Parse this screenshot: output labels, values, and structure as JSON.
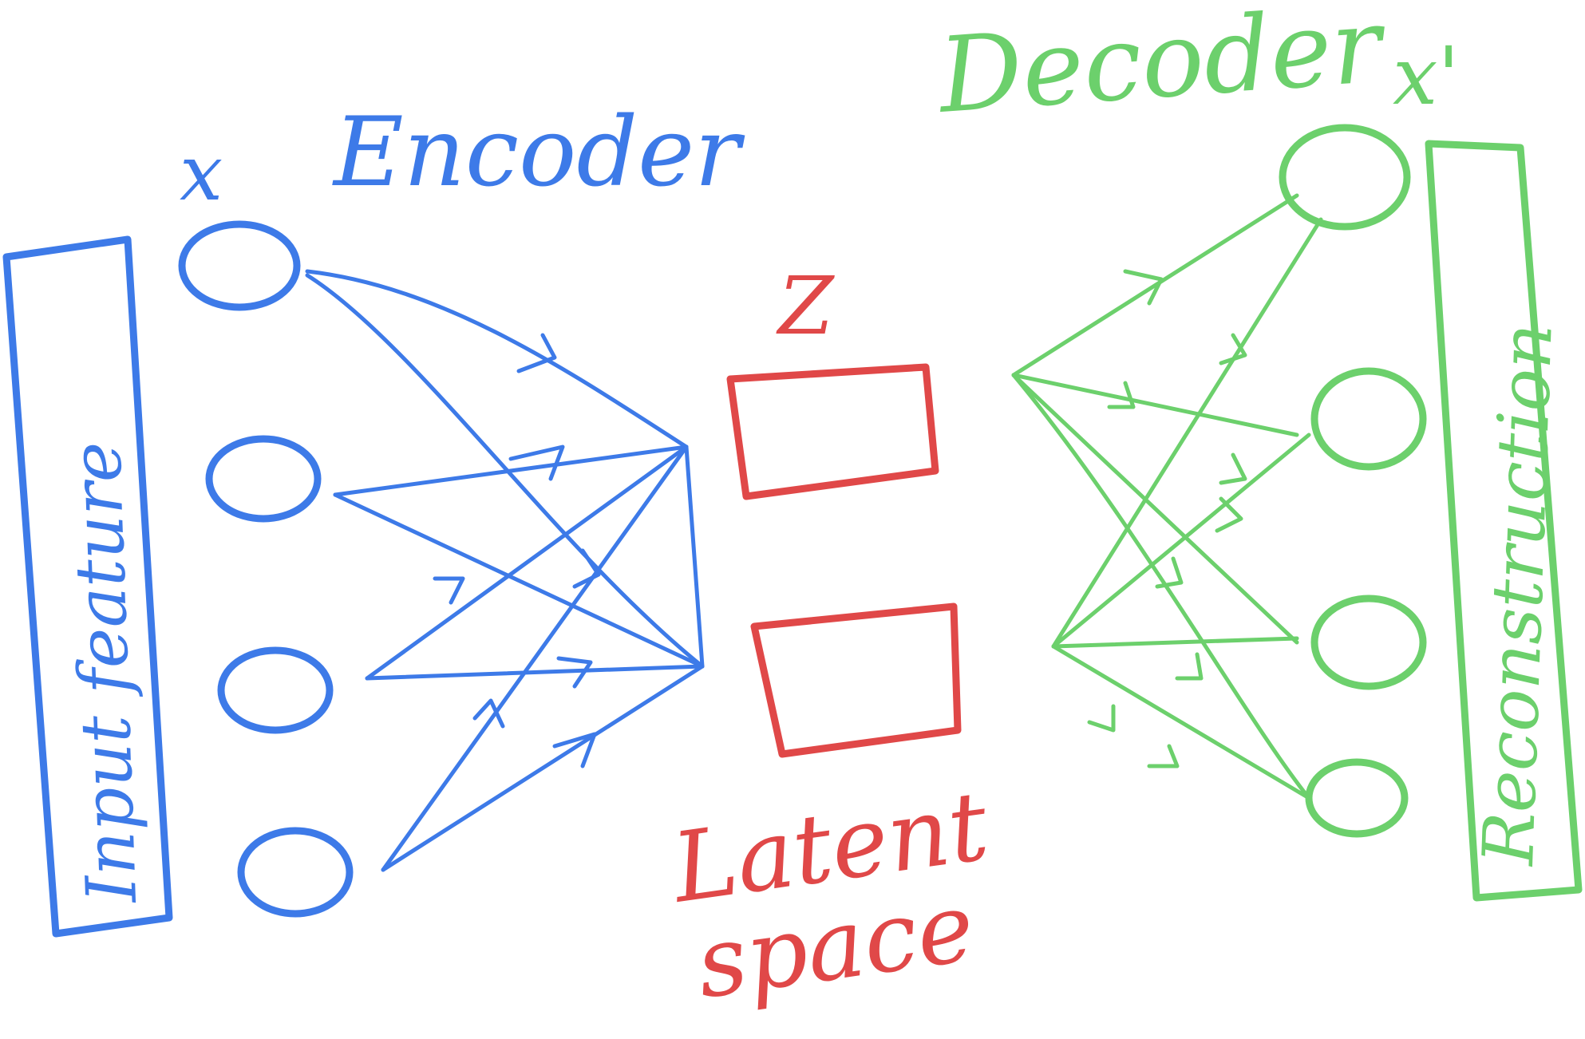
{
  "colors": {
    "encoder": "#3d7ae8",
    "latent": "#e04848",
    "decoder": "#6cd06c",
    "background": "#ffffff"
  },
  "labels": {
    "input_var": "x",
    "encoder": "Encoder",
    "input_box": "Input feature",
    "latent_var": "Z",
    "latent_caption_line1": "Latent",
    "latent_caption_line2": "space",
    "decoder": "Decoder",
    "output_var": "x'",
    "output_box": "Reconstruction"
  },
  "structure": {
    "input_nodes": 4,
    "latent_units": 2,
    "output_nodes": 4
  }
}
